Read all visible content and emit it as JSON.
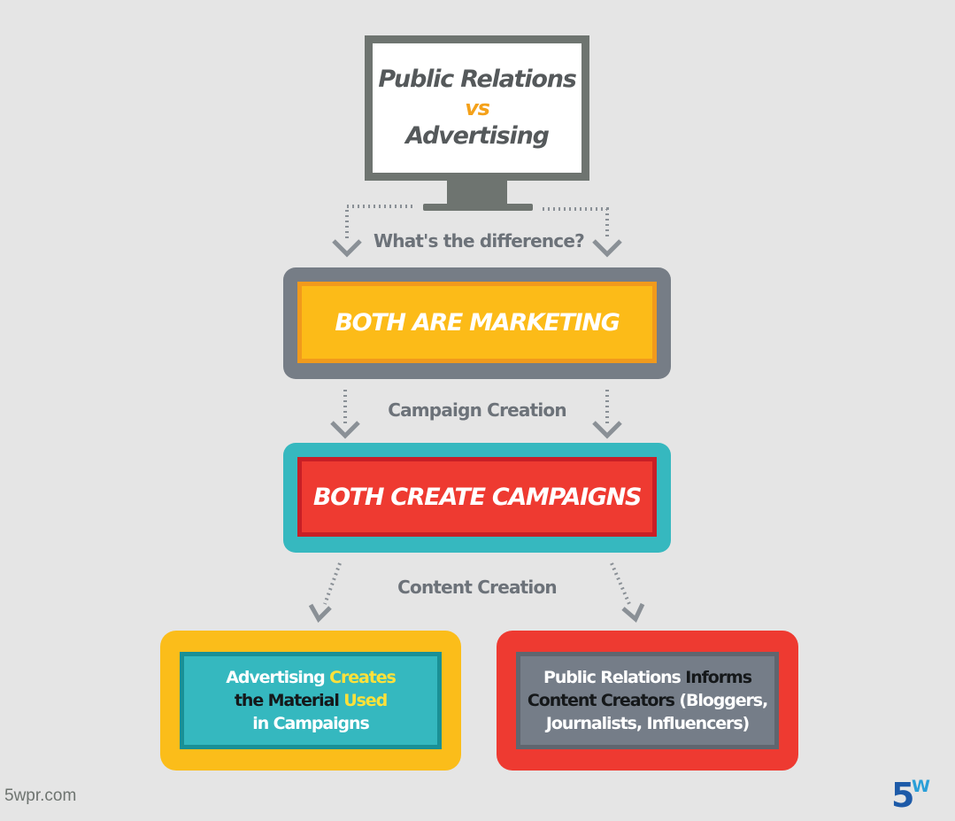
{
  "monitor": {
    "line1": "Public Relations",
    "vs": "vs",
    "line2": "Advertising"
  },
  "connectors": {
    "label1": "What's the difference?",
    "label2": "Campaign Creation",
    "label3": "Content Creation"
  },
  "boxes": {
    "marketing": "BOTH ARE MARKETING",
    "campaigns": "BOTH CREATE CAMPAIGNS"
  },
  "advertising_box": {
    "l1_a": "Advertising",
    "l1_b": " Creates",
    "l2_a": "the Material",
    "l2_b": " Used",
    "l3": "in Campaigns"
  },
  "pr_box": {
    "l1_a": "Public Relations",
    "l1_b": " Informs",
    "l2_a": "Content Creators",
    "l2_b": " (Bloggers,",
    "l3": "Journalists, Influencers)"
  },
  "footer": {
    "domain": "5wpr.com",
    "logo": "5W"
  },
  "colors": {
    "background": "#e5e5e5",
    "monitor": "#6e7470",
    "yellow": "#fcbb18",
    "red": "#ee3a31",
    "teal": "#36b8bf",
    "slate": "#767d86",
    "logo_blue": "#1d5aa8"
  }
}
